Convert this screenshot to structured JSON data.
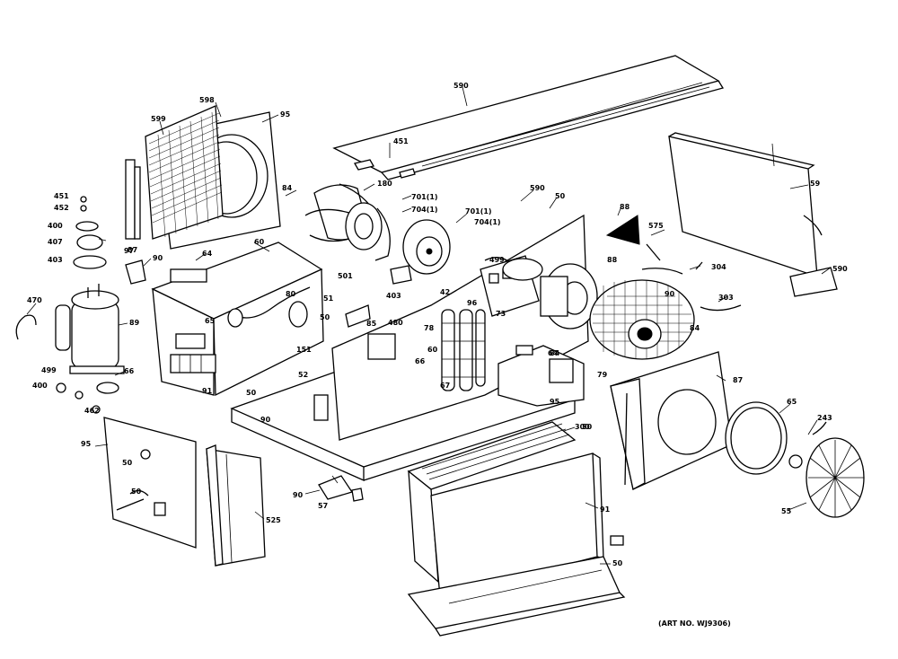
{
  "art_number": "(ART NO. WJ9306)",
  "callouts": {
    "top_cover": "590",
    "cover_screw": "451",
    "condenser_grille_a": "598",
    "condenser_grille_b": "599",
    "shroud": "95",
    "right_panel": "59",
    "right_mount": "590",
    "fan_blade": "180",
    "screw_a": "701(1)",
    "screw_b": "704(1)",
    "screw_c": "701(1)",
    "screw_d": "704(1)",
    "screw_e": "84",
    "bracket_a": "590",
    "bracket_b": "50",
    "filter_left": "87",
    "filter_right": "88",
    "pin": "60",
    "spring_a": "451",
    "spring_b": "452",
    "grommet_a": "400",
    "grommet_b": "407",
    "grommet_c": "403",
    "relay": "470",
    "compressor": "89",
    "clip": "97",
    "cap": "64",
    "nut": "90",
    "wiring": "499",
    "capacitor_a": "400",
    "capacitor_b": "462",
    "tube_a": "66",
    "tube_b": "65",
    "tube_c": "80",
    "tube_d": "51",
    "tube_e": "50",
    "tube_f": "91",
    "fitting_a": "151",
    "fitting_b": "52",
    "fitting_c": "50",
    "tube_g": "90",
    "heater_a": "501",
    "heater_b": "403",
    "partition": "480",
    "control_a": "499",
    "control_b": "96",
    "control_c": "42",
    "control_d": "78",
    "control_e": "60",
    "control_f": "66",
    "control_g": "67",
    "control_h": "73",
    "control_i": "64",
    "control_j": "79",
    "motor": "88",
    "blower_wheel": "84",
    "blower_scroll": "90",
    "screw_f": "95",
    "heater_coil": "575",
    "heater_plug": "304",
    "wire_a": "303",
    "wire_b": "300",
    "bulkhead": "87",
    "orifice": "65",
    "blower_clip": "243",
    "blower_fan": "55",
    "access_panel": "95",
    "access_screw": "50",
    "access_knob": "50",
    "gasket_strip": "525",
    "bracket_c": "90",
    "bracket_d": "57",
    "evaporator": "50",
    "front_panel": "91",
    "front_clip": "50",
    "drain_pan": "85",
    "label_right_small": "84"
  }
}
